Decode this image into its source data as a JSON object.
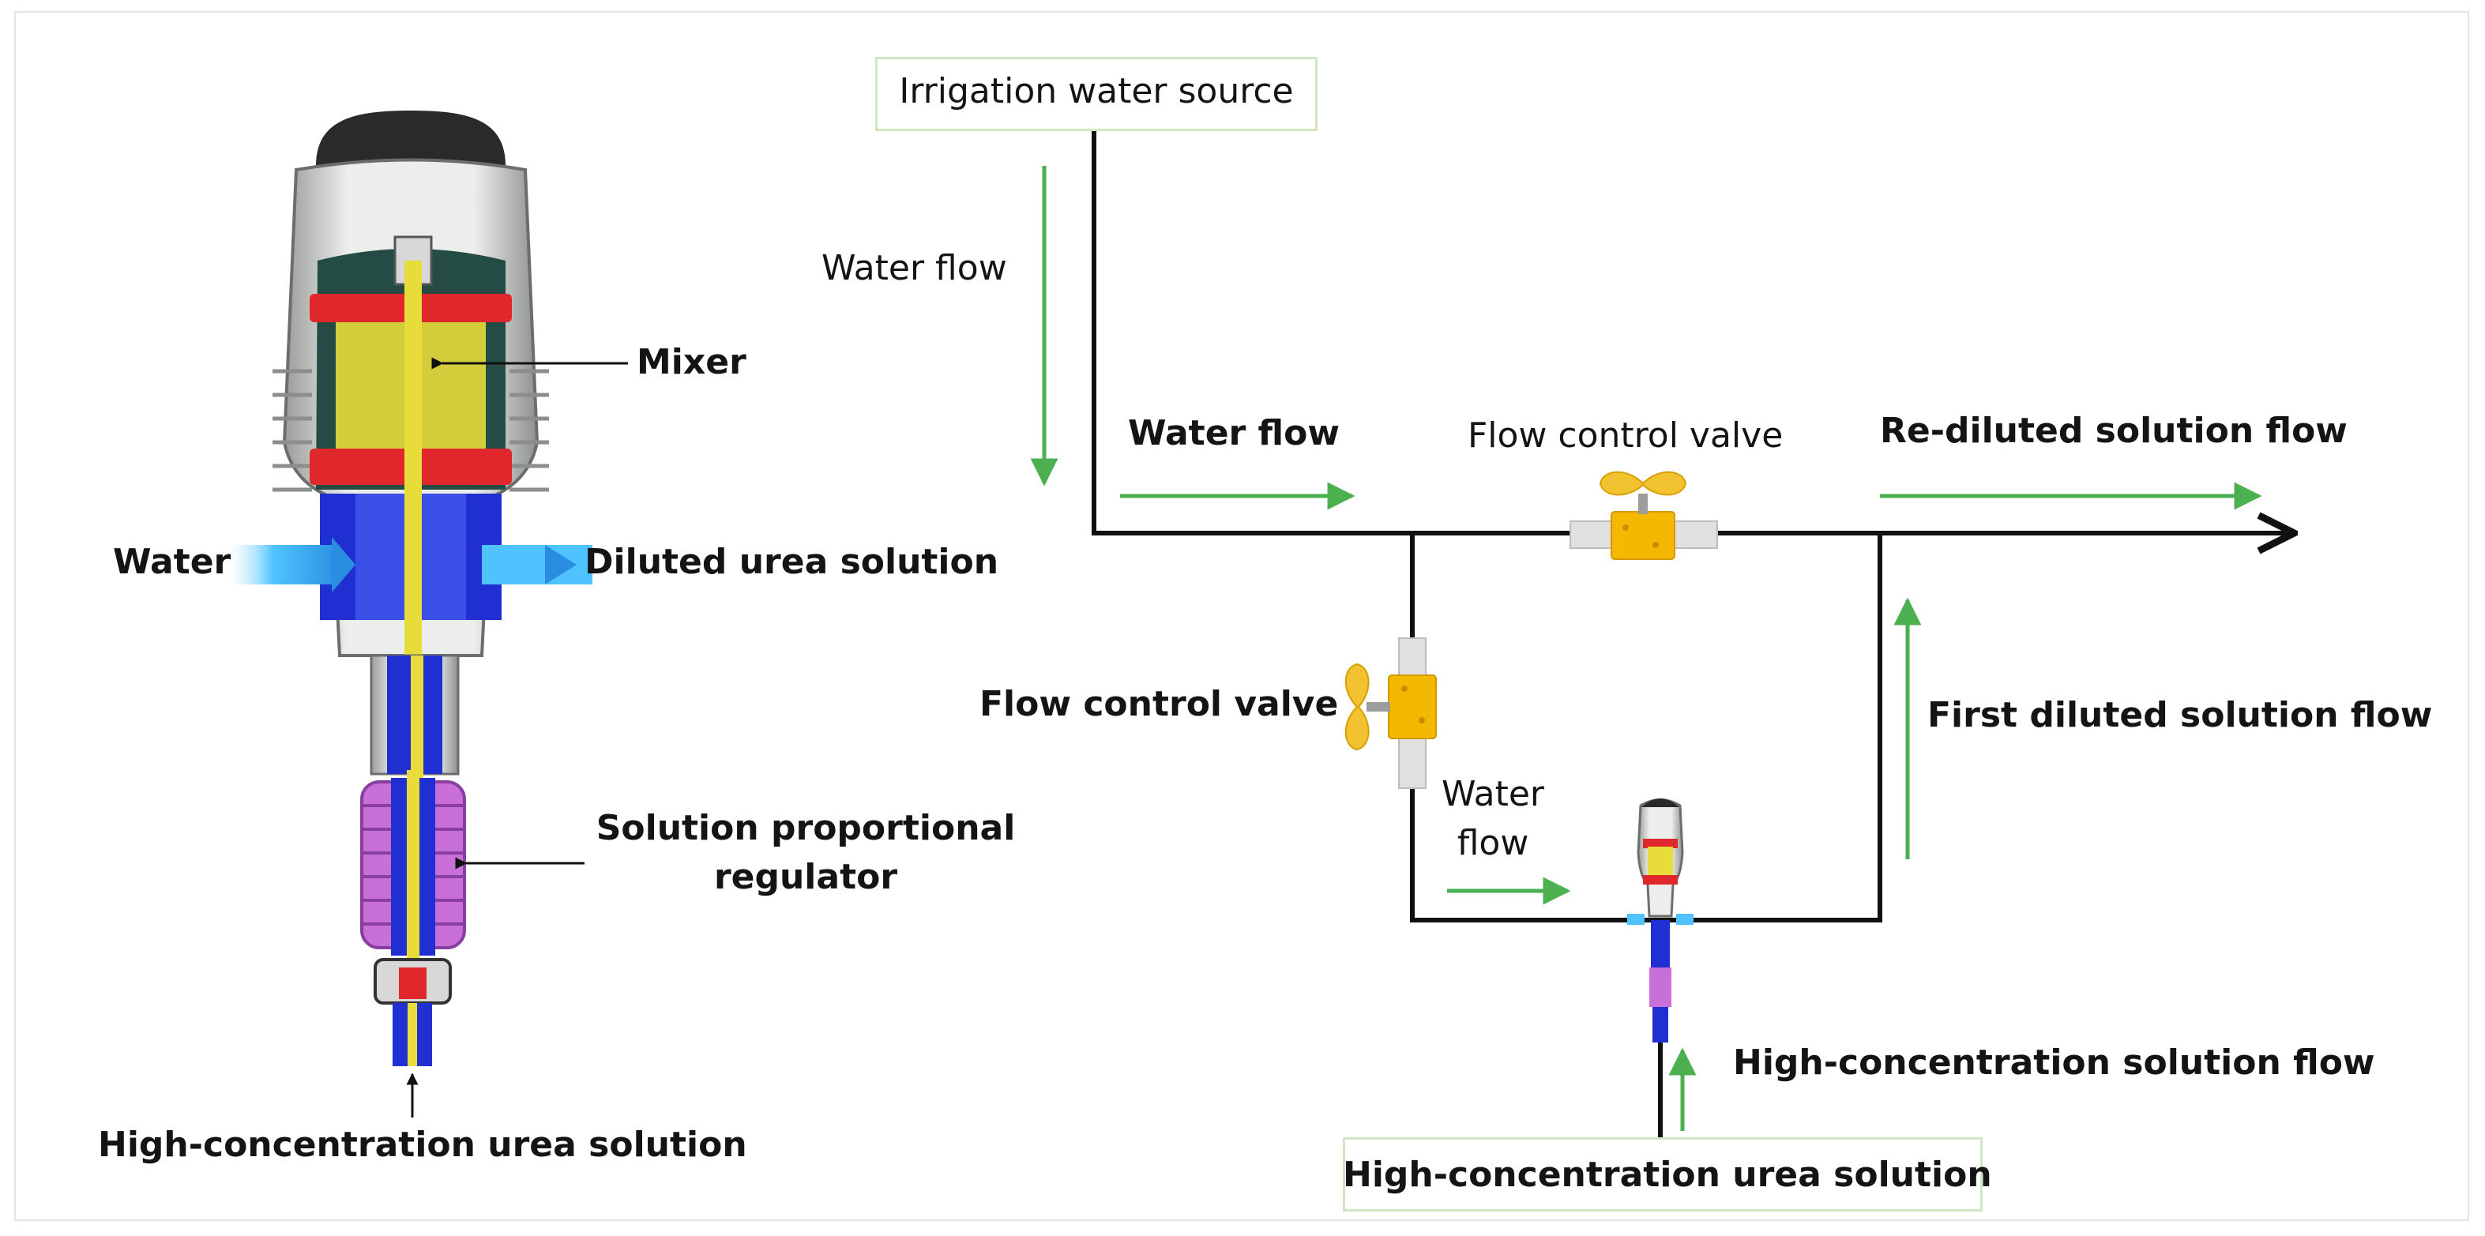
{
  "labels": {
    "irrigation_water_source": "Irrigation water source",
    "water_flow_vertical": "Water flow",
    "water_flow_main": "Water flow",
    "flow_control_valve_top": "Flow control valve",
    "re_diluted_solution_flow": "Re-diluted solution flow",
    "flow_control_valve_left": "Flow control valve",
    "water_flow_lower_line1": "Water",
    "water_flow_lower_line2": "flow",
    "first_diluted_solution_flow": "First diluted solution flow",
    "high_concentration_solution_flow": "High-concentration solution flow",
    "high_concentration_urea_solution_bottom": "High-concentration urea solution",
    "mixer": "Mixer",
    "water_inlet": "Water",
    "diluted_urea_solution": "Diluted urea solution",
    "solution_proportional_regulator_line1": "Solution proportional",
    "solution_proportional_regulator_line2": "regulator",
    "high_concentration_urea_solution_left": "High-concentration urea solution"
  },
  "colors": {
    "flow_arrow": "#4caf50",
    "pipe": "#111111",
    "valve_body": "#f4b800",
    "valve_handle": "#f2c230",
    "label_box_border": "#cfe6c4",
    "injector_red": "#e0282c",
    "injector_yellow": "#e8dc3a",
    "injector_blue": "#1f2fd1",
    "injector_purple": "#c870d8",
    "injector_grey": "#d8dad8",
    "injector_cap": "#2a2a2a"
  },
  "icons": [
    "flow-control-valve-icon",
    "dosing-injector-icon",
    "arrow-icon"
  ]
}
